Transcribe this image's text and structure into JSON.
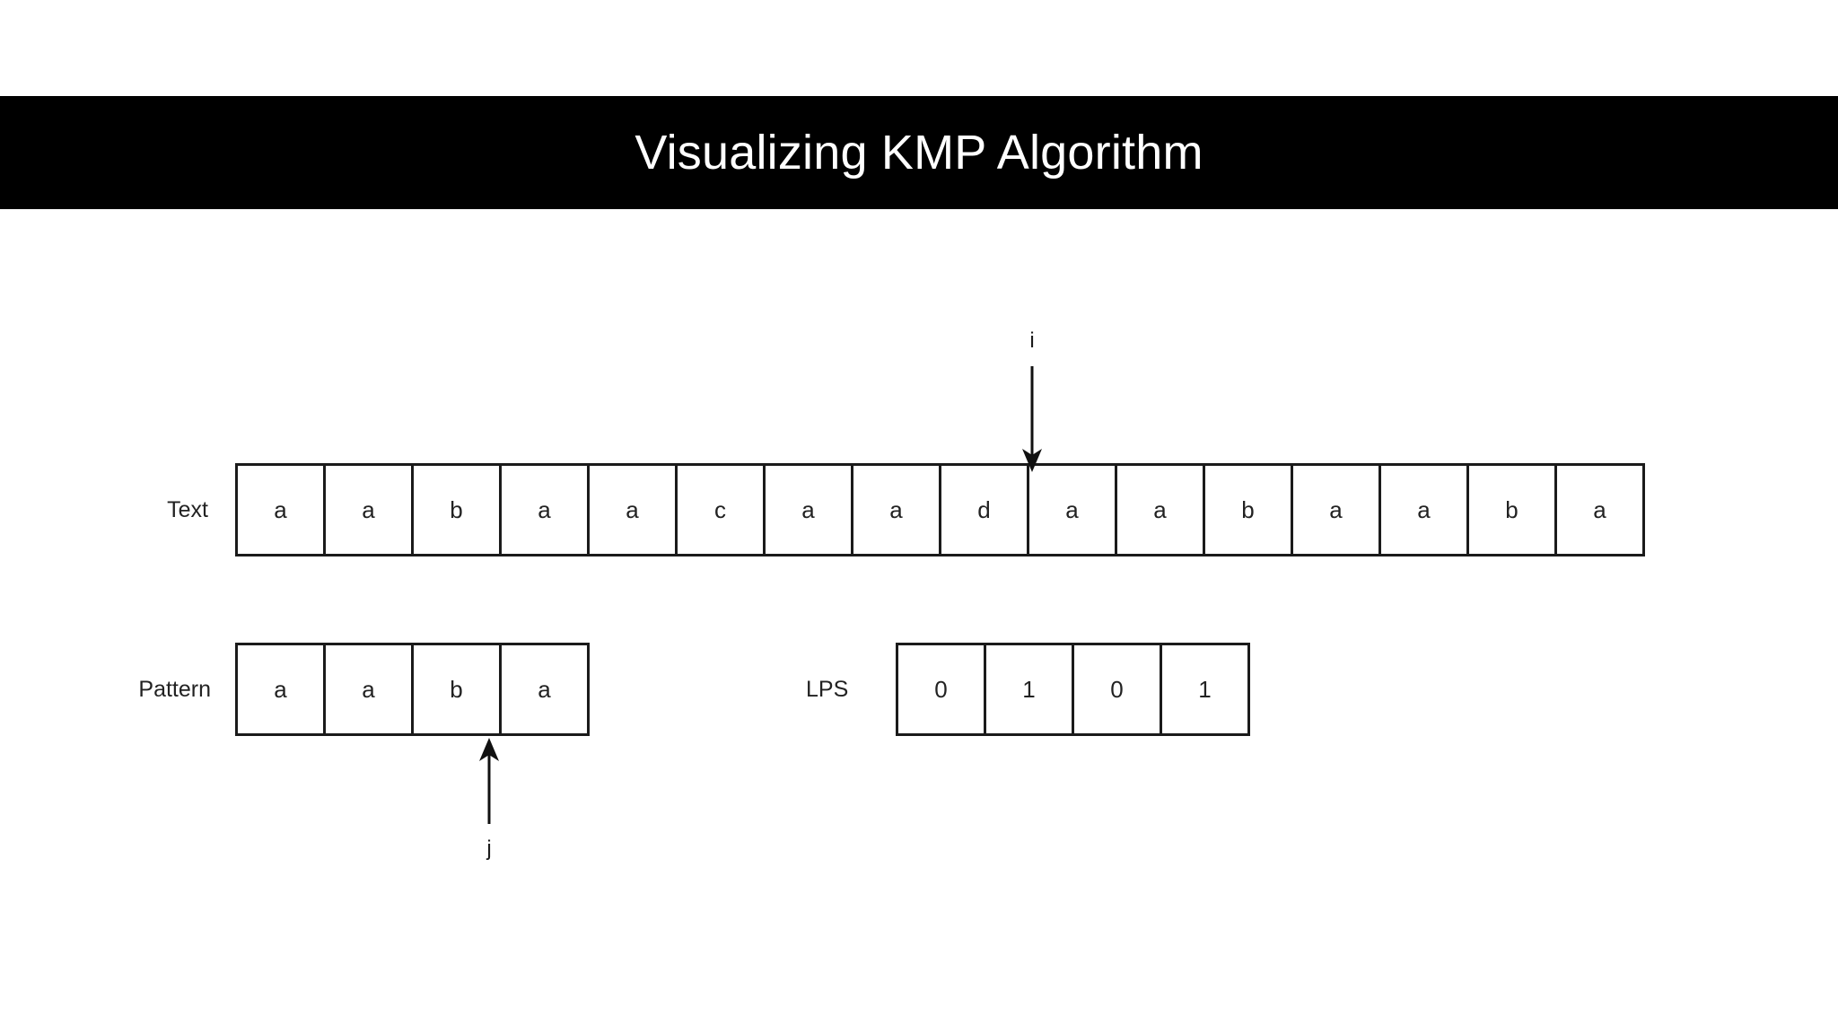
{
  "banner": {
    "title": "Visualizing KMP Algorithm",
    "background_color": "#000000",
    "text_color": "#ffffff"
  },
  "text_row": {
    "label": "Text",
    "cells": [
      "a",
      "a",
      "b",
      "a",
      "a",
      "c",
      "a",
      "a",
      "d",
      "a",
      "a",
      "b",
      "a",
      "a",
      "b",
      "a"
    ]
  },
  "pattern_row": {
    "label": "Pattern",
    "cells": [
      "a",
      "a",
      "b",
      "a"
    ]
  },
  "lps_row": {
    "label": "LPS",
    "cells": [
      "0",
      "1",
      "0",
      "1"
    ]
  },
  "pointers": {
    "i": {
      "label": "i",
      "target_row": "Text",
      "target_index": 8,
      "target_value": "d",
      "direction": "down"
    },
    "j": {
      "label": "j",
      "target_row": "Pattern",
      "target_index": 2,
      "target_value": "b",
      "direction": "up"
    }
  },
  "colors": {
    "page_background": "#ffffff",
    "cell_border": "#1b1b1b",
    "cell_background": "#ffffff",
    "label_text": "#222222",
    "arrow": "#111111"
  }
}
